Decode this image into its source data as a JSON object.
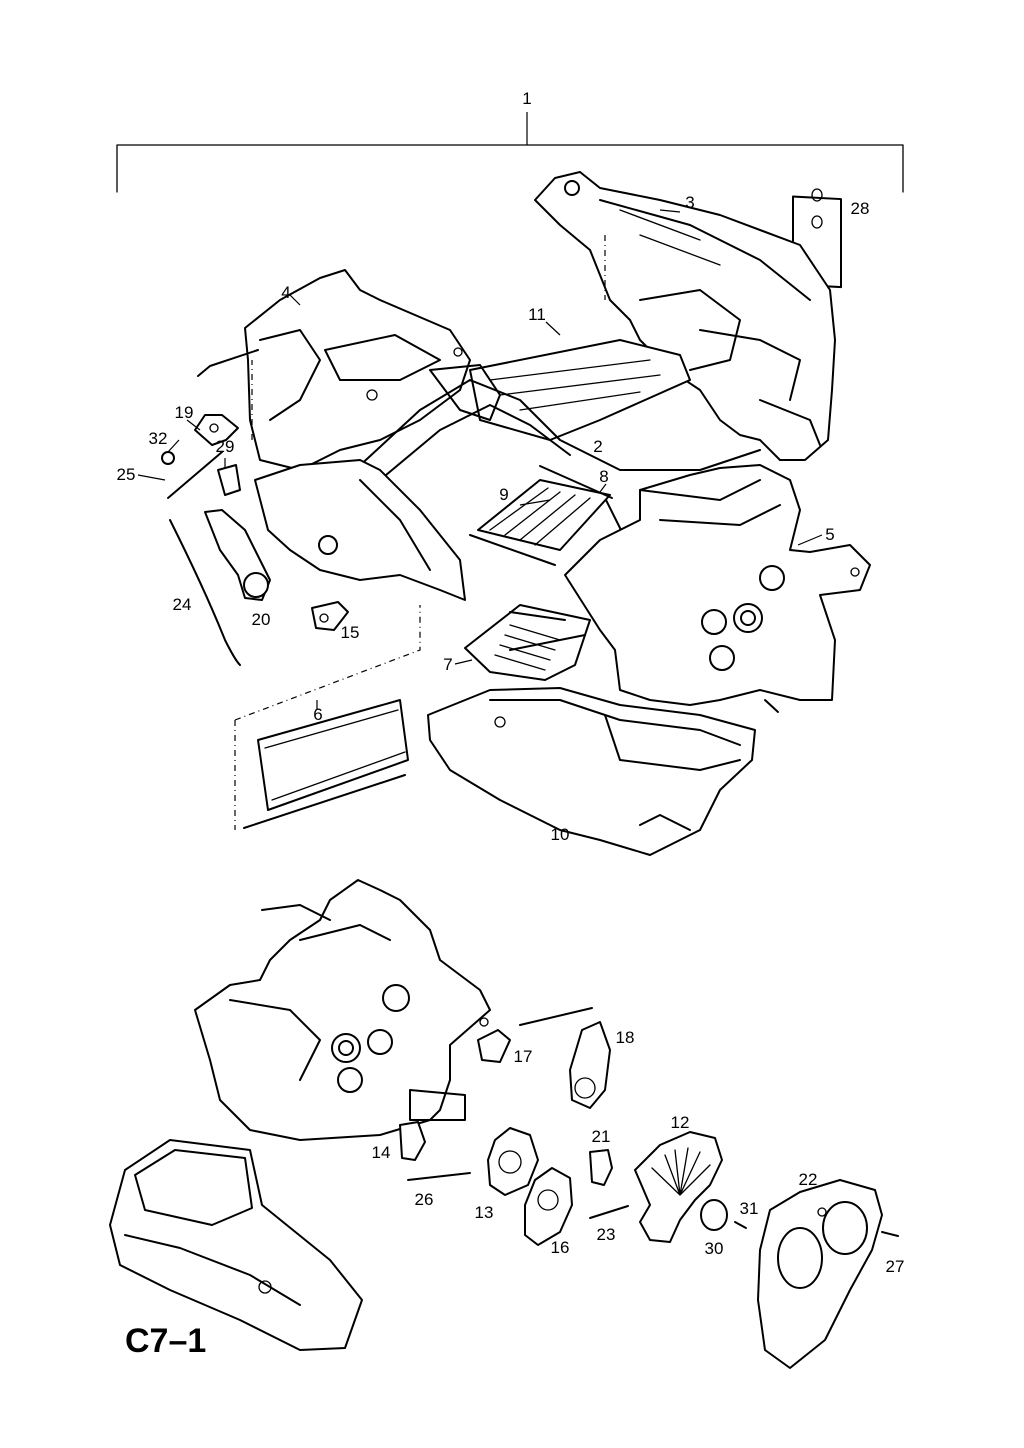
{
  "diagram": {
    "code": "C7–1",
    "part_numbers": [
      "1",
      "2",
      "3",
      "4",
      "5",
      "6",
      "7",
      "8",
      "9",
      "10",
      "11",
      "12",
      "13",
      "14",
      "15",
      "16",
      "17",
      "18",
      "19",
      "20",
      "21",
      "22",
      "23",
      "24",
      "25",
      "26",
      "27",
      "28",
      "29",
      "30",
      "31",
      "32"
    ]
  }
}
